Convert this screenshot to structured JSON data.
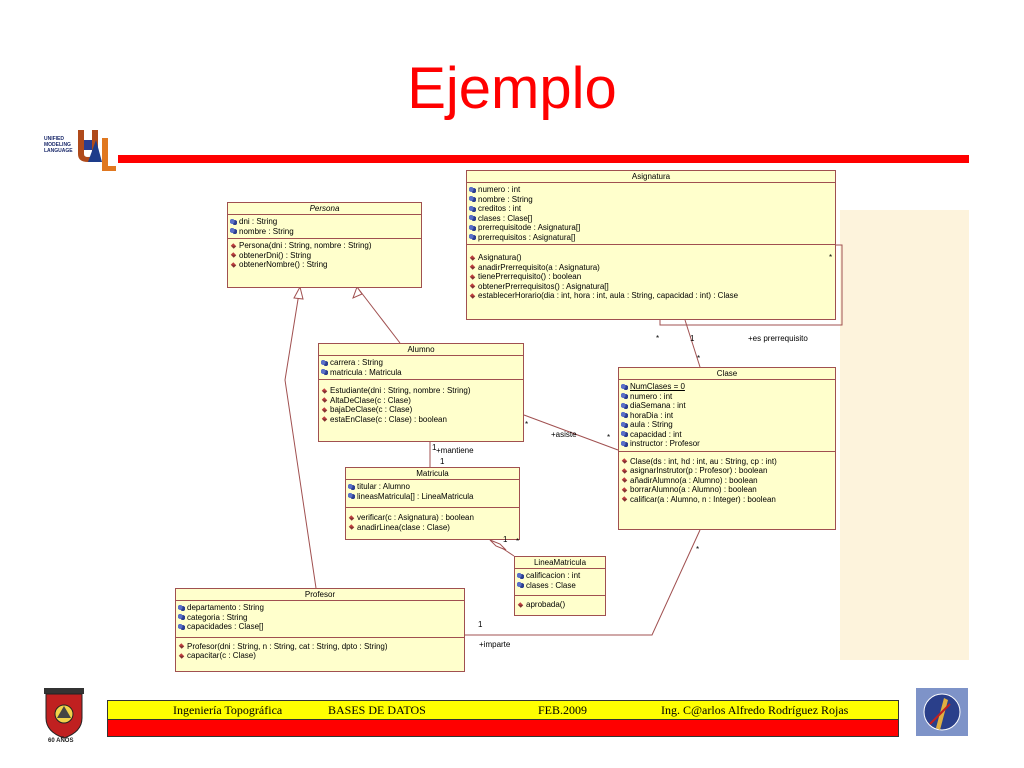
{
  "slide": {
    "title": "Ejemplo",
    "logo_text": [
      "UNIFIED",
      "MODELING",
      "LANGUAGE"
    ],
    "left_logo_caption": "60 AÑOS"
  },
  "footer": {
    "course": "Ingeniería Topográfica",
    "subject": "BASES DE DATOS",
    "date": "FEB.2009",
    "author": "Ing. C@arlos Alfredo Rodríguez Rojas"
  },
  "colors": {
    "title": "#ff0000",
    "class_fill": "#ffffcc",
    "class_border": "#a05050",
    "footer_yellow": "#ffff00",
    "footer_red": "#ff0000"
  },
  "classes": {
    "persona": {
      "name": "Persona",
      "attributes": [
        "dni : String",
        "nombre : String"
      ],
      "operations": [
        "Persona(dni : String, nombre : String)",
        "obtenerDni() : String",
        "obtenerNombre() : String"
      ]
    },
    "asignatura": {
      "name": "Asignatura",
      "attributes": [
        "numero : int",
        "nombre : String",
        "creditos : int",
        "clases : Clase[]",
        "prerrequisitode : Asignatura[]",
        "prerrequisitos : Asignatura[]"
      ],
      "operations": [
        "Asignatura()",
        "anadirPrerrequisito(a : Asignatura)",
        "tienePrerrequisito() : boolean",
        "obtenerPrerrequisitos() : Asignatura[]",
        "establecerHorario(dia : int, hora : int, aula : String, capacidad : int) : Clase"
      ]
    },
    "alumno": {
      "name": "Alumno",
      "attributes": [
        "carrera : String",
        "matricula : Matricula"
      ],
      "operations": [
        "Estudiante(dni : String, nombre : String)",
        "AltaDeClase(c : Clase)",
        "bajaDeClase(c : Clase)",
        "estaEnClase(c : Clase) : boolean"
      ]
    },
    "clase": {
      "name": "Clase",
      "attributes": [
        "NumClases = 0",
        "numero : int",
        "diaSemana : int",
        "horaDia : int",
        "aula : String",
        "capacidad : int",
        "instructor : Profesor"
      ],
      "operations": [
        "Clase(ds : int, hd : int, au : String, cp : int)",
        "asignarInstrutor(p : Profesor) : boolean",
        "añadirAlumno(a : Alumno) : boolean",
        "borrarAlumno(a : Alumno) : boolean",
        "calificar(a : Alumno, n : Integer) : boolean"
      ]
    },
    "matricula": {
      "name": "Matricula",
      "attributes": [
        "titular : Alumno",
        "lineasMatricula[] : LineaMatricula"
      ],
      "operations": [
        "verificar(c : Asignatura) : boolean",
        "anadirLinea(clase : Clase)"
      ]
    },
    "lineamatricula": {
      "name": "LineaMatricula",
      "attributes": [
        "calificacion : int",
        "clases : Clase"
      ],
      "operations": [
        "aprobada()"
      ]
    },
    "profesor": {
      "name": "Profesor",
      "attributes": [
        "departamento : String",
        "categoria : String",
        "capacidades : Clase[]"
      ],
      "operations": [
        "Profesor(dni : String, n : String, cat : String, dpto : String)",
        "capacitar(c : Clase)"
      ]
    }
  },
  "associations": {
    "prereq_star_top": "*",
    "prereq_star": "*",
    "prereq_one": "1",
    "prereq_label": "+es prerrequisito",
    "clase_star_top": "*",
    "asiste_label": "+asiste",
    "asiste_star_left": "*",
    "asiste_star_right": "*",
    "mantiene_one_top": "1",
    "mantiene_label": "+mantiene",
    "mantiene_one_bottom": "1",
    "linea_one": "1",
    "linea_star": "*",
    "imparte_one": "1",
    "imparte_label": "+imparte",
    "imparte_star": "*"
  }
}
